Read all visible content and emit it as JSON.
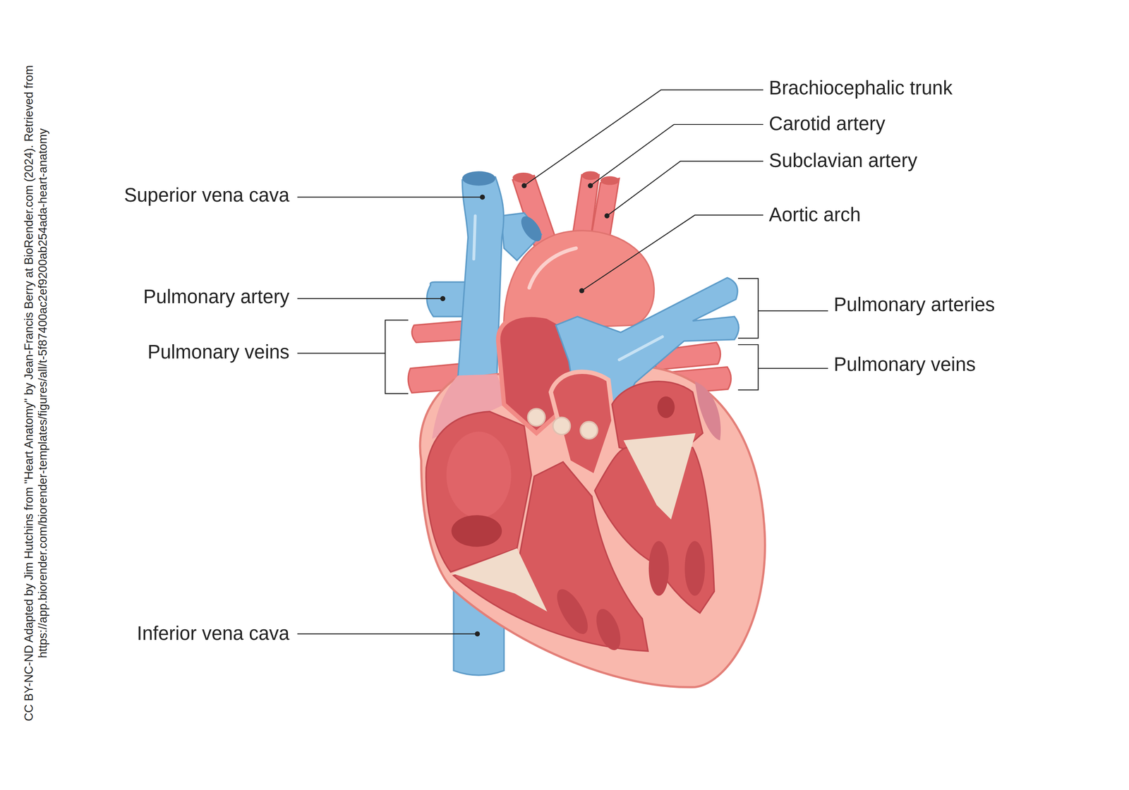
{
  "diagram": {
    "caption": "CC BY-NC-ND Adapted by Jim Hutchins from \"Heart Anatomy\" by Jean-Francis Berry at BioRender.com (2024). Retrieved from https://app.biorender.com/biorender-templates/figures/all/t-5f87400ac2ef9200ab254ada-heart-anatomy",
    "labels": [
      "Brachiocephalic trunk",
      "Carotid artery",
      "Subclavian artery",
      "Superior vena cava",
      "Aortic arch",
      "Pulmonary artery",
      "Pulmonary arteries",
      "Pulmonary veins",
      "Pulmonary veins",
      "Inferior vena cava"
    ]
  }
}
